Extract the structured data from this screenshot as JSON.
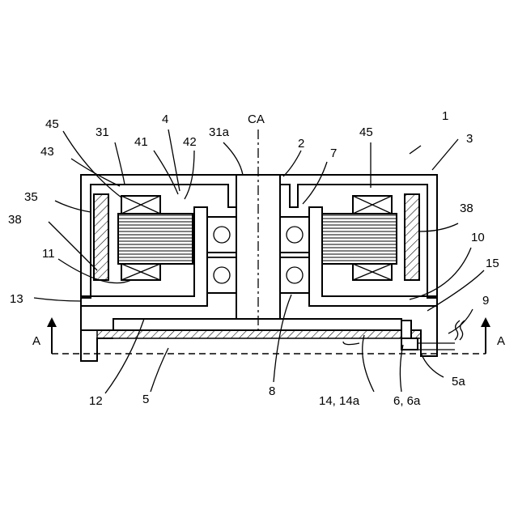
{
  "figure": {
    "axis_label": "CA",
    "section_labels": {
      "left": "A",
      "right": "A"
    },
    "references": [
      {
        "key": "r1",
        "text": "1"
      },
      {
        "key": "r3",
        "text": "3"
      },
      {
        "key": "r4",
        "text": "4"
      },
      {
        "key": "r2",
        "text": "2"
      },
      {
        "key": "r7",
        "text": "7"
      },
      {
        "key": "r31",
        "text": "31"
      },
      {
        "key": "r31a",
        "text": "31a"
      },
      {
        "key": "r41",
        "text": "41"
      },
      {
        "key": "r42",
        "text": "42"
      },
      {
        "key": "r45l",
        "text": "45"
      },
      {
        "key": "r45r",
        "text": "45"
      },
      {
        "key": "r43",
        "text": "43"
      },
      {
        "key": "r35",
        "text": "35"
      },
      {
        "key": "r38l",
        "text": "38"
      },
      {
        "key": "r38r",
        "text": "38"
      },
      {
        "key": "r10",
        "text": "10"
      },
      {
        "key": "r15",
        "text": "15"
      },
      {
        "key": "r9",
        "text": "9"
      },
      {
        "key": "r11",
        "text": "11"
      },
      {
        "key": "r13",
        "text": "13"
      },
      {
        "key": "r8",
        "text": "8"
      },
      {
        "key": "r5a",
        "text": "5a"
      },
      {
        "key": "r12",
        "text": "12"
      },
      {
        "key": "r5",
        "text": "5"
      },
      {
        "key": "r1414a",
        "text": "14, 14a"
      },
      {
        "key": "r66a",
        "text": "6, 6a"
      }
    ]
  }
}
